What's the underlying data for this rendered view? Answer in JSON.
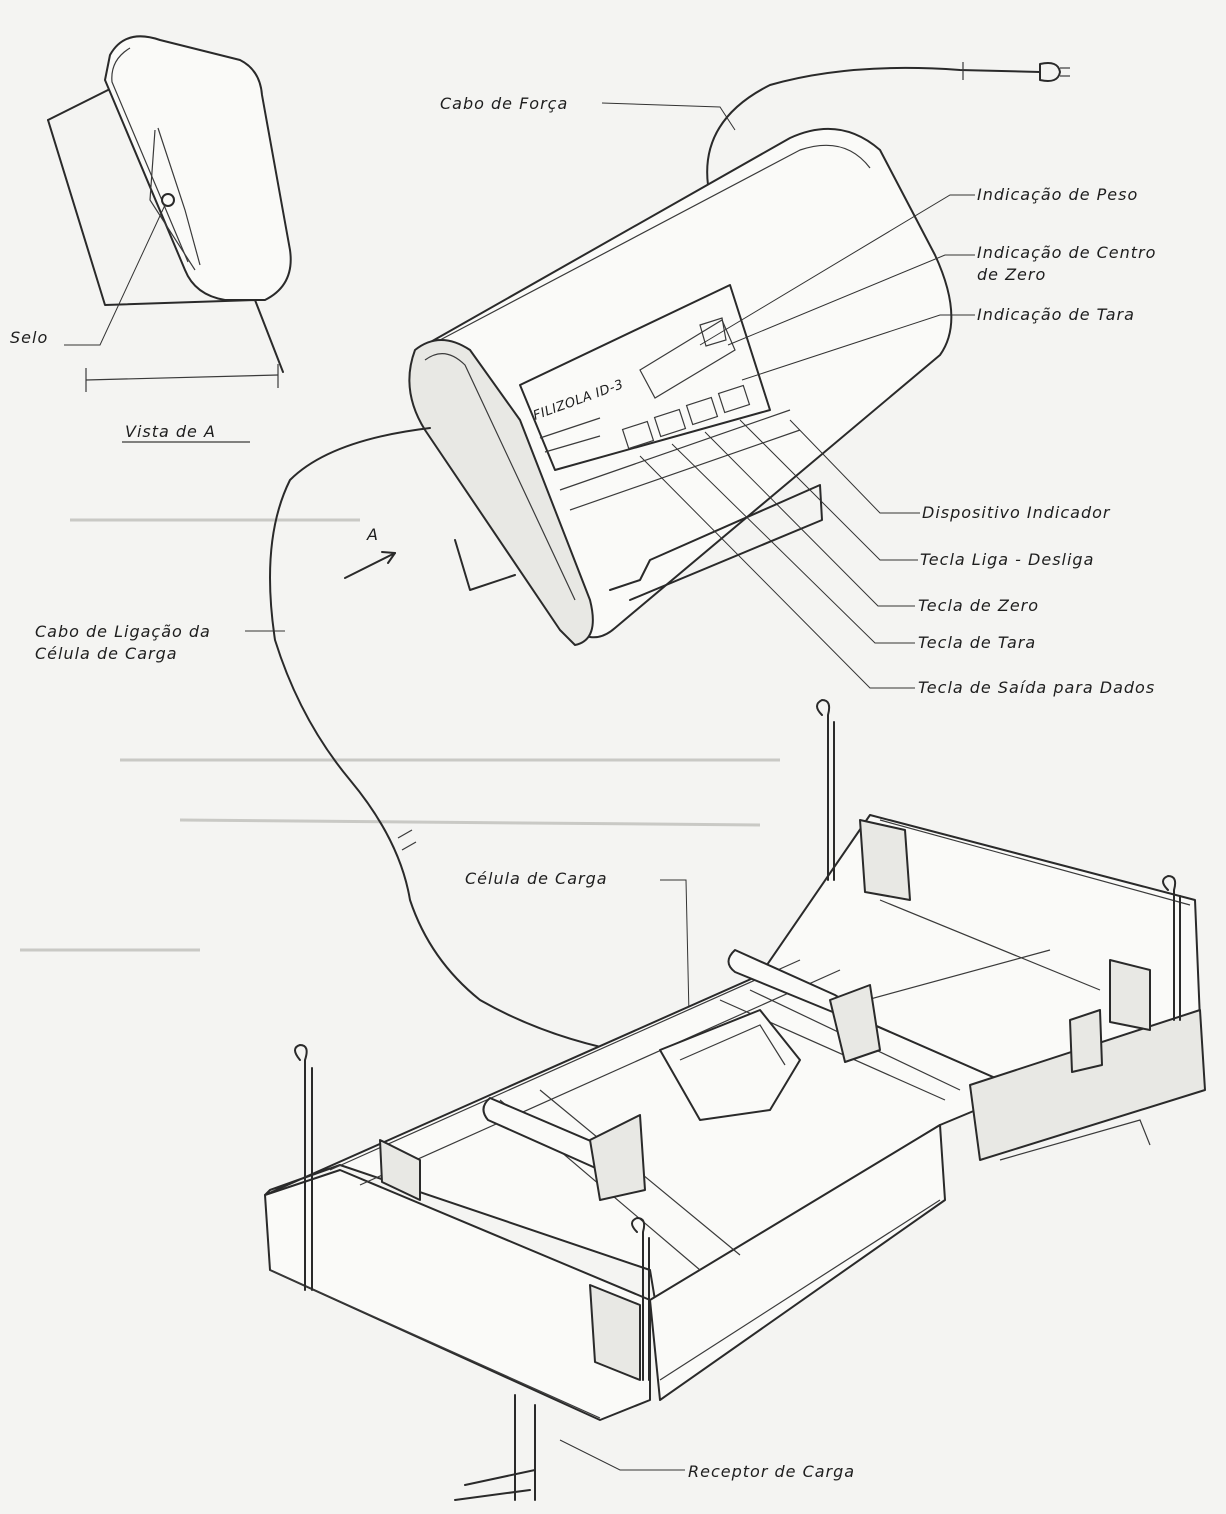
{
  "labels": {
    "cabo_forca": "Cabo de Força",
    "indicacao_peso": "Indicação de Peso",
    "indicacao_centro_zero_1": "Indicação de Centro",
    "indicacao_centro_zero_2": "de Zero",
    "indicacao_tara": "Indicação de Tara",
    "selo": "Selo",
    "vista_a": "Vista de A",
    "dispositivo_indicador": "Dispositivo Indicador",
    "tecla_liga_desliga": "Tecla Liga - Desliga",
    "tecla_zero": "Tecla de Zero",
    "tecla_tara": "Tecla de Tara",
    "tecla_saida_dados": "Tecla de Saída para Dados",
    "cabo_ligacao_1": "Cabo de Ligação da",
    "cabo_ligacao_2": "Célula de Carga",
    "celula_carga": "Célula de Carga",
    "receptor_carga": "Receptor de Carga",
    "view_marker": "A"
  },
  "indicator": {
    "brand": "FILIZOLA ID-3"
  },
  "colors": {
    "ink": "#2a2a2a",
    "paper": "#f4f4f2"
  }
}
